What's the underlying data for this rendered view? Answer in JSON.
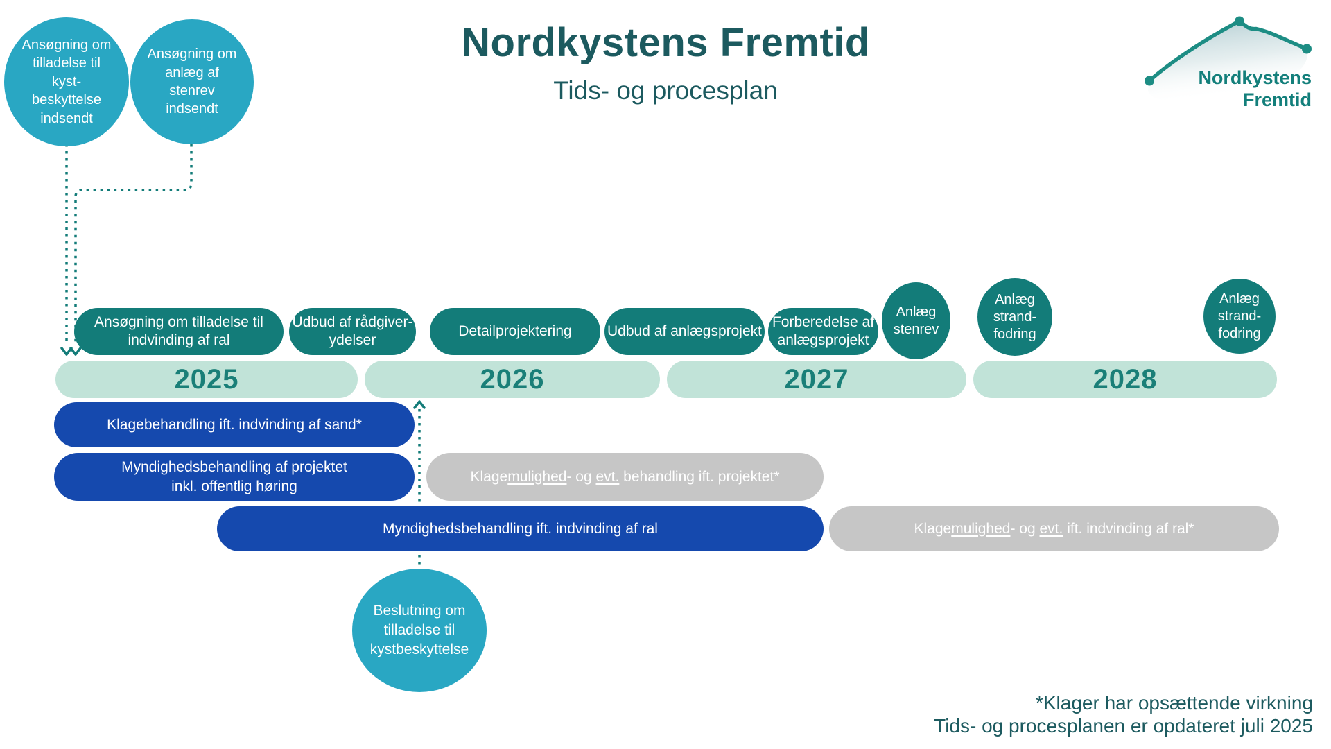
{
  "header": {
    "title": "Nordkystens Fremtid",
    "subtitle": "Tids- og procesplan"
  },
  "logo": {
    "line1": "Nordkystens",
    "line2": "Fremtid"
  },
  "top_milestones": {
    "kystbeskyttelse": "Ansøgning om\ntilladelse til\nkyst-\nbeskyttelse\nindsendt",
    "stenrev": "Ansøgning om\nanlæg af\nstenrev\nindsendt"
  },
  "process_steps": {
    "step1": "Ansøgning om tilladelse til\nindvinding af ral",
    "step2": "Udbud af rådgiver-\nydelser",
    "step3": "Detailprojektering",
    "step4": "Udbud af anlægsprojekt",
    "step5": "Forberedelse af\nanlægsprojekt"
  },
  "milestone_circles": {
    "stenrev": "Anlæg\nstenrev",
    "strandfodring_2027": "Anlæg\nstrand-\nfodring",
    "strandfodring_2028": "Anlæg\nstrand-\nfodring"
  },
  "years": {
    "y2025": "2025",
    "y2026": "2026",
    "y2027": "2027",
    "y2028": "2028"
  },
  "rows": {
    "klagebehandling_sand": "Klagebehandling ift. indvinding af sand*",
    "myndighed_projekt": "Myndighedsbehandling af projektet\ninkl. offentlig høring",
    "klage_projekt": {
      "prefix": "Klage",
      "underline1": "mulighed",
      "mid": "- og ",
      "underline2": "evt.",
      "suffix": " behandling ift. projektet*"
    },
    "myndighed_ral": "Myndighedsbehandling ift. indvinding af ral",
    "klage_ral": {
      "prefix": "Klage",
      "underline1": "mulighed",
      "mid": "- og ",
      "underline2": "evt.",
      "suffix": " ift. indvinding af ral*"
    }
  },
  "decision_circle": "Beslutning om\ntilladelse til\nkystbeskyttelse",
  "footnotes": {
    "line1": "*Klager har opsættende virkning",
    "line2": "Tids- og procesplanen er opdateret juli 2025"
  },
  "colors": {
    "cyan_circle": "#29a7c3",
    "teal_pill": "#137c79",
    "mint_bar": "#c1e3d8",
    "blue_bar": "#1549ae",
    "gray_bar": "#c6c6c6",
    "heading_text": "#1c5a5f",
    "year_text": "#1a7f78",
    "logo_teal": "#137f7b"
  }
}
